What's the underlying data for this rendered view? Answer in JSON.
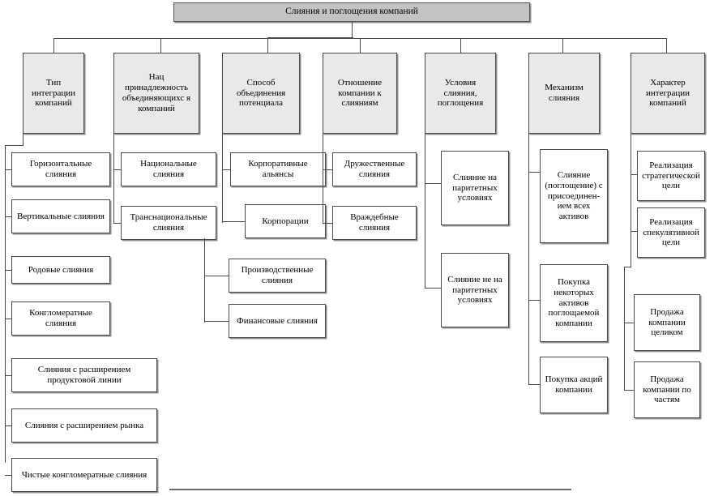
{
  "diagram": {
    "title": "Слияния и поглощения компаний",
    "bottom_rule": true,
    "columns": [
      {
        "header": "Тип интеграции компаний",
        "items": [
          "Горизонтальные слияния",
          "Вертикальные слияния",
          "Родовые слияния",
          "Конгломератные слияния",
          "Слияния с расширением продуктовой линии",
          "Слияния с расширением рынка",
          "Чистые конгломератные слияния"
        ]
      },
      {
        "header": "Нац принадлежность объединяющихся компаний",
        "items": [
          "Национальные слияния",
          "Транснациональные слияния"
        ]
      },
      {
        "header": "Способ объединения потенциала",
        "items": [
          "Корпоративные альянсы",
          "Корпорации",
          "Производственные слияния",
          "Финансовые слияния"
        ]
      },
      {
        "header": "Отношение компании к слияниям",
        "items": [
          "Дружественные слияния",
          "Враждебные слияния"
        ]
      },
      {
        "header": "Условия слияния, поглощения",
        "items": [
          "Слияние на паритетных условиях",
          "Слияние не на паритетных условиях"
        ]
      },
      {
        "header": "Механизм слияния",
        "items": [
          "Слияние (поглощение) с присоединением всех активов",
          "Покупка некоторых активов поглощаемой компании",
          "Покупка акций компании"
        ]
      },
      {
        "header": "Характер интеграции компаний",
        "items": [
          "Реализация стратегической цели",
          "Реализация спекулятивной цели",
          "Продажа компании целиком",
          "Продажа компании по частям"
        ]
      }
    ]
  },
  "boxes": {
    "title": "Слияния и поглощения компаний",
    "h1": "Тип интеграции компаний",
    "h2": "Нац принадлежность объединяющихс я компаний",
    "h3": "Способ объединения потенциала",
    "h4": "Отношение компании к слияниям",
    "h5": "Условия слияния, поглощения",
    "h6": "Механизм слияния",
    "h7": "Характер интеграции компаний",
    "c1a": "Горизонтальные слияния",
    "c1b": "Вертикальные слияния",
    "c1c": "Родовые слияния",
    "c1d": "Конгломератные слияния",
    "c1e": "Слияния с расширением продуктовой линии",
    "c1f": "Слияния с расширением рынка",
    "c1g": "Чистые конгломератные слияния",
    "c2a": "Национальные слияния",
    "c2b": "Транснациональные слияния",
    "c3a": "Корпоративные альянсы",
    "c3b": "Корпорации",
    "c3c": "Производственные слияния",
    "c3d": "Финансовые слияния",
    "c4a": "Дружественные слияния",
    "c4b": "Враждебные слияния",
    "c5a": "Слияние на паритетных условиях",
    "c5b": "Слияние не на паритетных условиях",
    "c6a": "Слияние (поглощение) с присоединен-ием всех активов",
    "c6b": "Покупка некоторых активов поглощаемой компании",
    "c6c": "Покупка акций компании",
    "c7a": "Реализация стратегической цели",
    "c7b": "Реализация спекулятивной цели",
    "c7c": "Продажа компании целиком",
    "c7d": "Продажа компании по частям"
  },
  "colors": {
    "title_fill": "#c3c3c3",
    "header_fill": "#e9e9e9",
    "box_fill": "#ffffff",
    "stroke": "#4a4a4a",
    "shadow": "#909090",
    "rule": "#6b6b6b"
  }
}
